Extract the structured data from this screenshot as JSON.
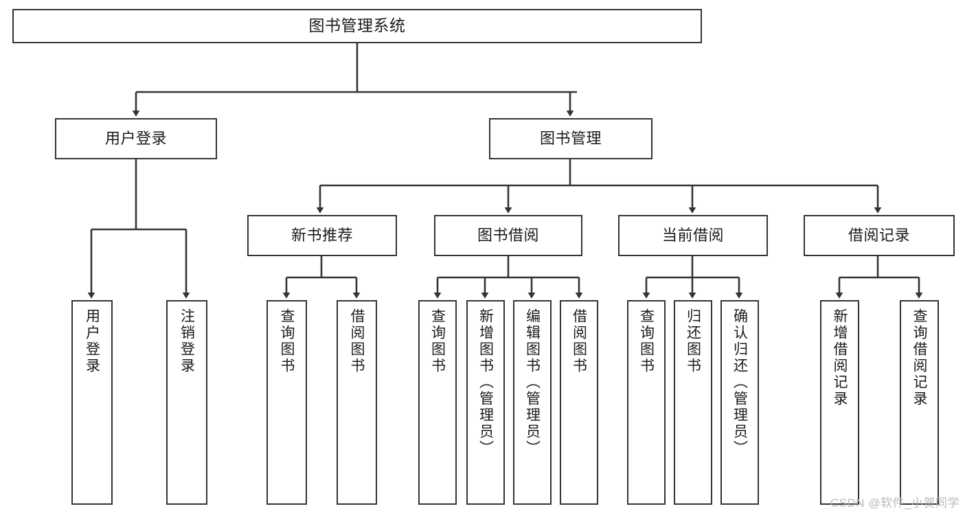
{
  "diagram": {
    "title": "图书管理系统",
    "type": "tree-hierarchy",
    "background_color": "#ffffff",
    "line_color": "#333333",
    "box_fill": "#ffffff",
    "text_color": "#1a1a1a"
  },
  "root": {
    "label": "图书管理系统"
  },
  "level2": [
    {
      "label": "用户登录"
    },
    {
      "label": "图书管理"
    }
  ],
  "level3": [
    {
      "label": "新书推荐"
    },
    {
      "label": "图书借阅"
    },
    {
      "label": "当前借阅"
    },
    {
      "label": "借阅记录"
    }
  ],
  "leaves": {
    "user_login": [
      {
        "label": "用户登录"
      },
      {
        "label": "注销登录"
      }
    ],
    "new_book_recommend": [
      {
        "label": "查询图书"
      },
      {
        "label": "借阅图书"
      }
    ],
    "book_borrow": [
      {
        "label": "查询图书"
      },
      {
        "label": "新增图书（管理员）"
      },
      {
        "label": "编辑图书（管理员）"
      },
      {
        "label": "借阅图书"
      }
    ],
    "current_borrow": [
      {
        "label": "查询图书"
      },
      {
        "label": "归还图书"
      },
      {
        "label": "确认归还（管理员）"
      }
    ],
    "borrow_record": [
      {
        "label": "新增借阅记录"
      },
      {
        "label": "查询借阅记录"
      }
    ]
  },
  "watermark": {
    "text": "CSDN @软件_小贺同学"
  }
}
